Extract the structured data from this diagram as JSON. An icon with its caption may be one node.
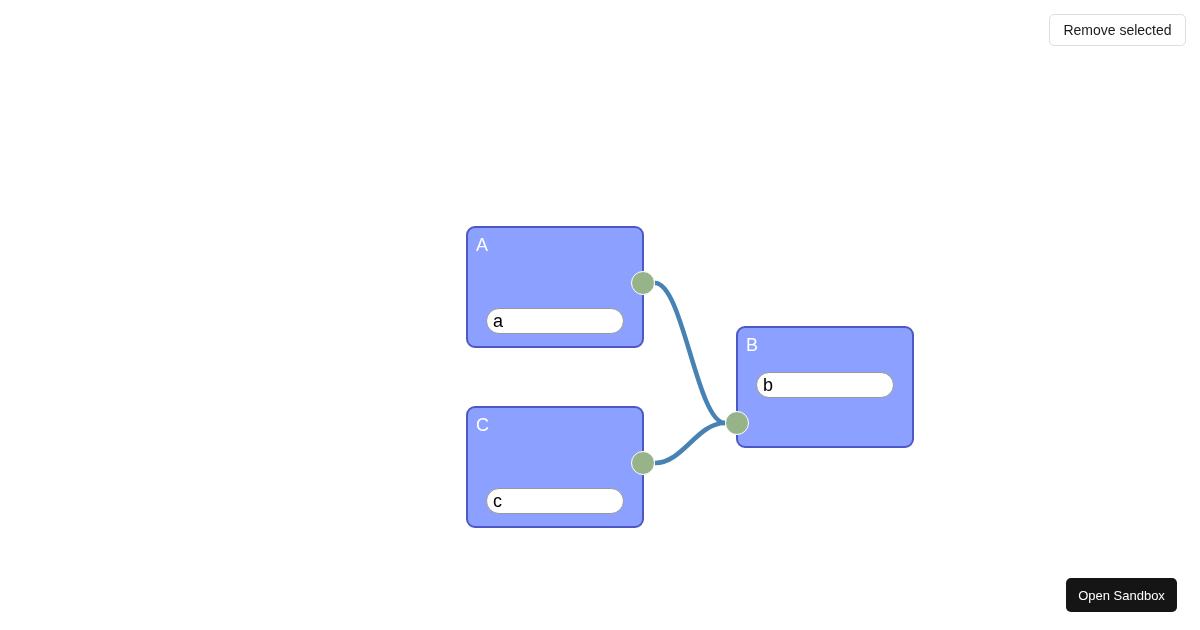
{
  "diagram": {
    "nodes": [
      {
        "text": [
          "A"
        ]
      },
      {
        "text": [
          "a"
        ],
        "in": 0
      },
      {
        "text": [],
        "shape": "circle",
        "in": 0
      },
      {
        "text": [
          "B"
        ]
      },
      {
        "text": [
          "b"
        ],
        "in": 3
      },
      {
        "text": [],
        "shape": "circle",
        "in": 3
      },
      {
        "text": [
          "C"
        ]
      },
      {
        "text": [
          "c"
        ],
        "in": 6
      },
      {
        "text": [],
        "shape": "circle",
        "in": 6
      }
    ],
    "edges": [
      {
        "from": 2,
        "to": 5,
        "arrow": "none"
      },
      {
        "from": 8,
        "to": 5,
        "arrow": "none"
      }
    ],
    "labels": [
      "Remove selected",
      "Open Sandbox"
    ]
  }
}
